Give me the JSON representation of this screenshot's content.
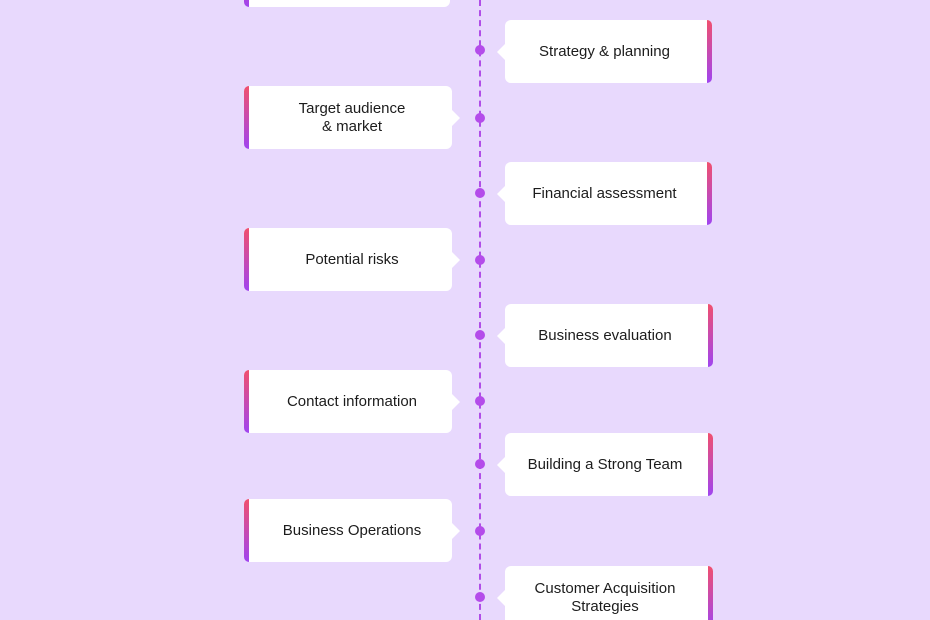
{
  "colors": {
    "background": "#e8d9fd",
    "axis": "#b04ee8",
    "dot": "#b44cea",
    "accent_top": "#f0506e",
    "accent_bottom": "#a045f0",
    "card": "#ffffff"
  },
  "timeline": {
    "items": [
      {
        "label": "",
        "side": "left"
      },
      {
        "label": "Strategy & planning",
        "side": "right"
      },
      {
        "label": "Target audience\n& market",
        "side": "left"
      },
      {
        "label": "Financial assessment",
        "side": "right"
      },
      {
        "label": "Potential risks",
        "side": "left"
      },
      {
        "label": "Business evaluation",
        "side": "right"
      },
      {
        "label": "Contact information",
        "side": "left"
      },
      {
        "label": "Building a Strong Team",
        "side": "right"
      },
      {
        "label": "Business Operations",
        "side": "left"
      },
      {
        "label": "Customer Acquisition\nStrategies",
        "side": "right"
      }
    ]
  }
}
